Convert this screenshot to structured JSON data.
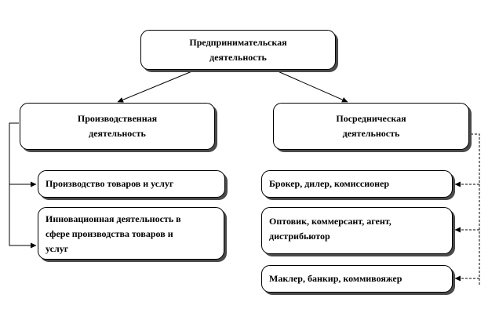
{
  "root": {
    "label": "Предпринимательская\nдеятельность"
  },
  "branches": [
    {
      "title": "Производственная\nдеятельность",
      "items": [
        "Производство товаров и услуг",
        "Инновационная деятельность в\nсфере производства товаров и\nуслуг"
      ]
    },
    {
      "title": "Посредническая\nдеятельность",
      "items": [
        "Брокер, дилер, комиссионер",
        "Оптовик, коммерсант, агент,\nдистрибьютор",
        "Маклер, банкир, коммивояжер"
      ]
    }
  ]
}
